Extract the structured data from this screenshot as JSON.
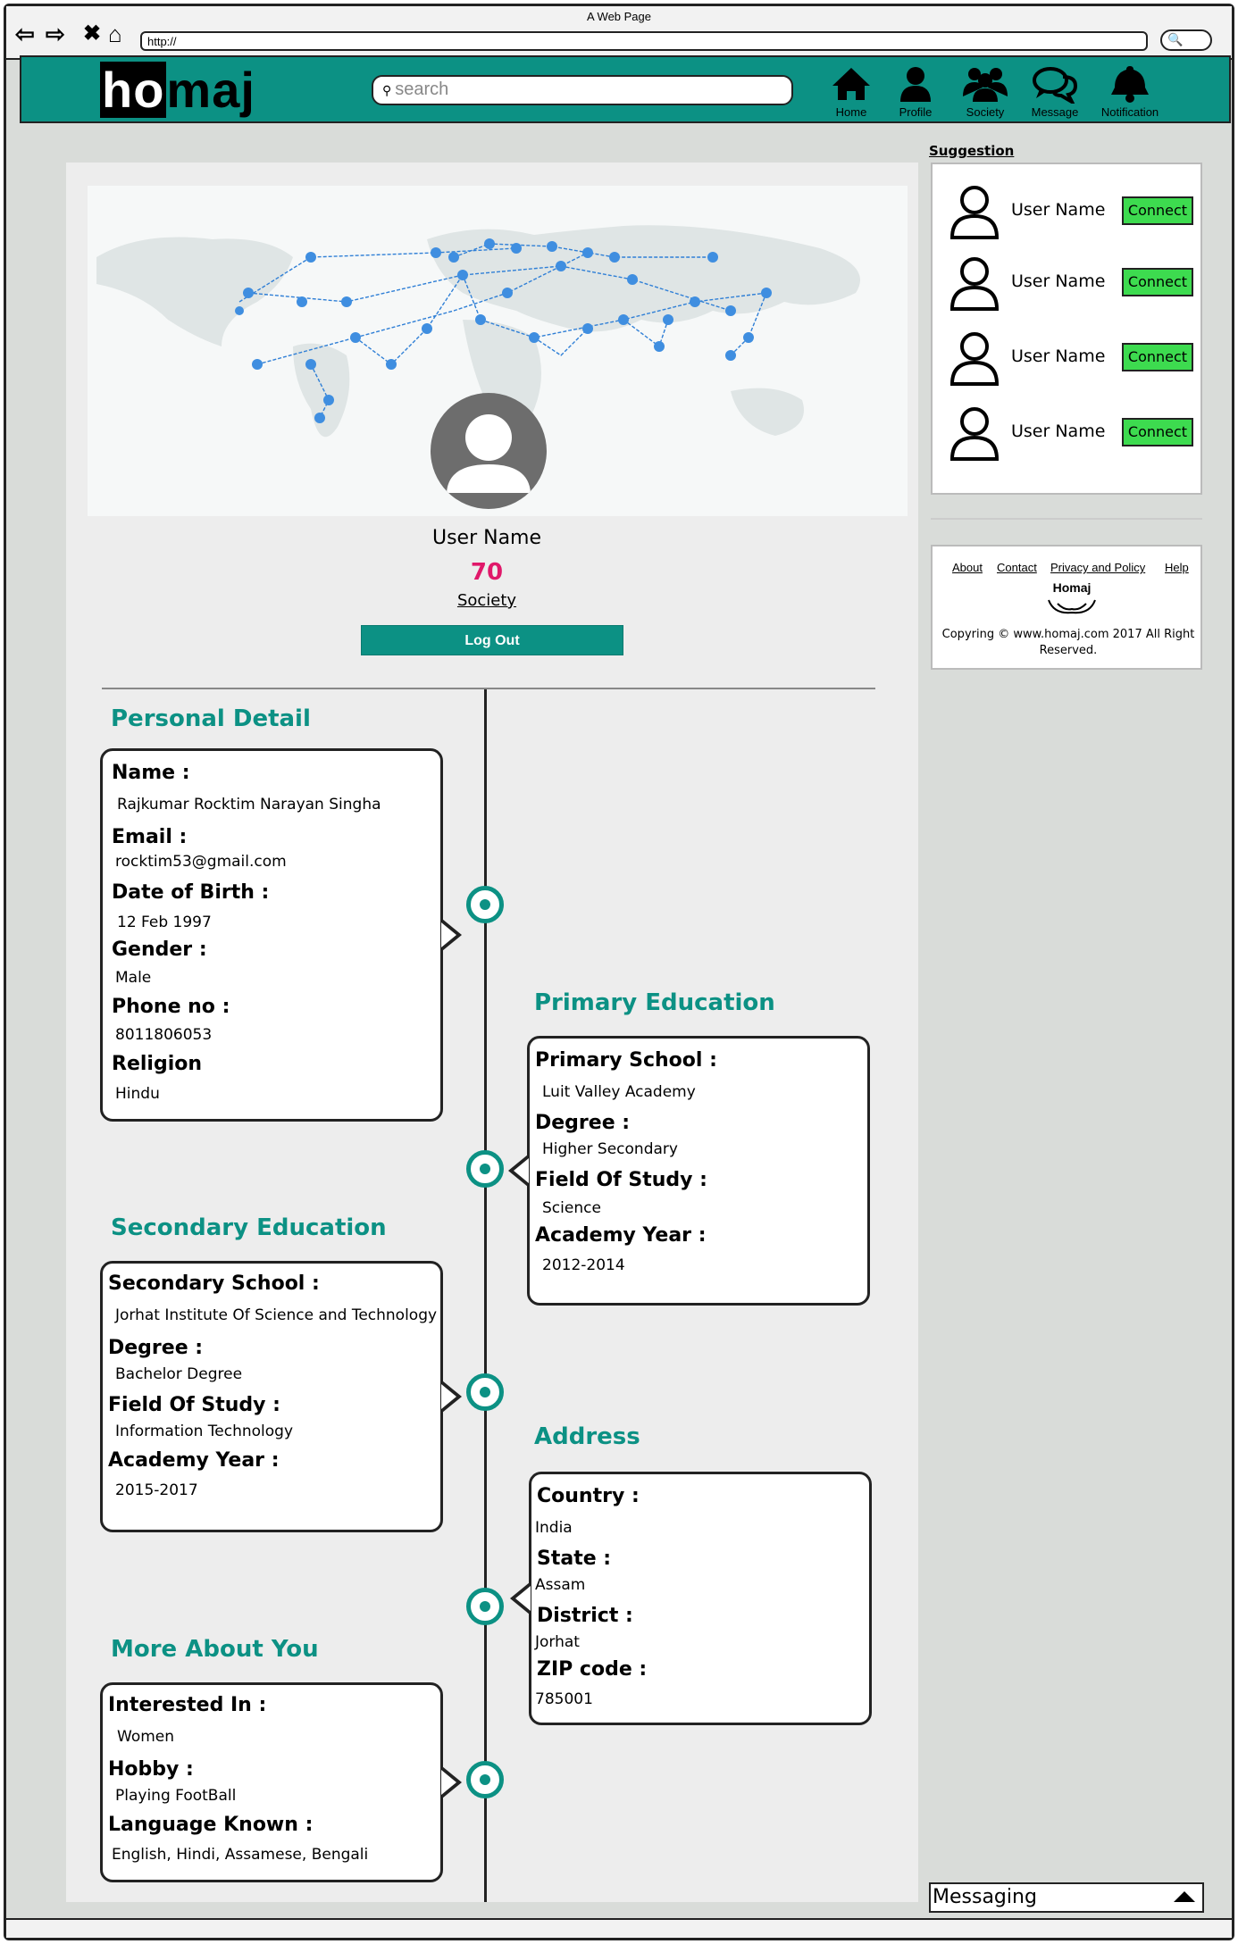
{
  "browser": {
    "window_title": "A Web Page",
    "url": "http://",
    "search_glyph": "🔍"
  },
  "header": {
    "logo_ho": "ho",
    "logo_maj": "maj",
    "search_placeholder": "search",
    "nav": [
      {
        "label": "Home",
        "icon": "home-icon"
      },
      {
        "label": "Profile",
        "icon": "user-icon"
      },
      {
        "label": "Society",
        "icon": "group-icon"
      },
      {
        "label": "Message",
        "icon": "chat-icon"
      },
      {
        "label": "Notification",
        "icon": "bell-icon"
      }
    ]
  },
  "profile": {
    "username": "User Name",
    "society_count": "70",
    "society_label": "Society",
    "logout_label": "Log Out"
  },
  "personal": {
    "title": "Personal Detail",
    "name_label": "Name :",
    "name": "Rajkumar Rocktim Narayan Singha",
    "email_label": "Email :",
    "email": "rocktim53@gmail.com",
    "dob_label": "Date of Birth :",
    "dob": "12 Feb 1997",
    "gender_label": "Gender :",
    "gender": "Male",
    "phone_label": "Phone no :",
    "phone": "8011806053",
    "religion_label": "Religion",
    "religion": "Hindu"
  },
  "primary": {
    "title": "Primary Education",
    "school_label": "Primary School :",
    "school": "Luit Valley Academy",
    "degree_label": "Degree :",
    "degree": "Higher Secondary",
    "field_label": "Field Of Study :",
    "field": "Science",
    "year_label": "Academy Year :",
    "year": "2012-2014"
  },
  "secondary": {
    "title": "Secondary Education",
    "school_label": "Secondary School :",
    "school": "Jorhat Institute Of Science and Technology",
    "degree_label": "Degree :",
    "degree": "Bachelor Degree",
    "field_label": "Field Of Study :",
    "field": "Information Technology",
    "year_label": "Academy Year :",
    "year": "2015-2017"
  },
  "address": {
    "title": "Address",
    "country_label": "Country :",
    "country": "India",
    "state_label": "State :",
    "state": "Assam",
    "district_label": "District :",
    "district": "Jorhat",
    "zip_label": "ZIP code :",
    "zip": "785001"
  },
  "more": {
    "title": "More About You",
    "interest_label": "Interested In :",
    "interest": "Women",
    "hobby_label": "Hobby :",
    "hobby": "Playing FootBall",
    "lang_label": "Language Known :",
    "lang": "English, Hindi, Assamese, Bengali"
  },
  "suggestion": {
    "title": "Suggestion",
    "items": [
      {
        "name": "User Name",
        "button": "Connect"
      },
      {
        "name": "User Name",
        "button": "Connect"
      },
      {
        "name": "User Name",
        "button": "Connect"
      },
      {
        "name": "User Name",
        "button": "Connect"
      }
    ]
  },
  "footer": {
    "links": [
      "About",
      "Contact",
      "Privacy and Policy",
      "Help"
    ],
    "logo_text": "Homaj",
    "copyright": "Copyring © www.homaj.com 2017 All Right Reserved."
  },
  "messaging": {
    "label": "Messaging"
  },
  "colors": {
    "accent": "#0c9184",
    "society_count": "#e0186a",
    "connect": "#3ddb4f"
  }
}
